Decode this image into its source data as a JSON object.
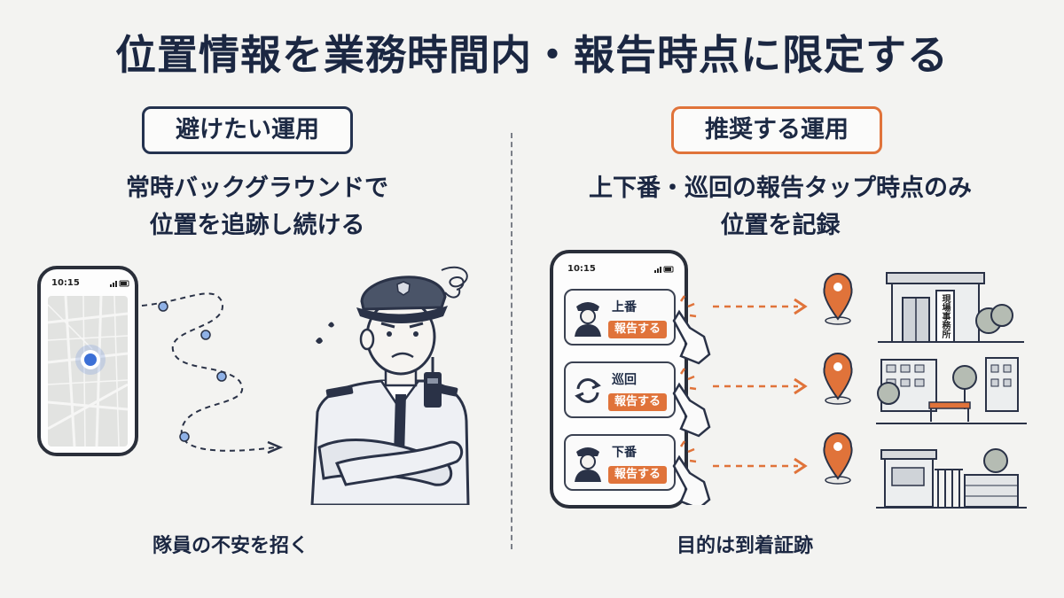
{
  "title": "位置情報を業務時間内・報告時点に限定する",
  "left": {
    "badge": "避けたい運用",
    "subtitle_line1": "常時バックグラウンドで",
    "subtitle_line2": "位置を追跡し続ける",
    "phone_time": "10:15",
    "caption": "隊員の不安を招く"
  },
  "right": {
    "badge": "推奨する運用",
    "subtitle_line1": "上下番・巡回の報告タップ時点のみ",
    "subtitle_line2": "位置を記録",
    "phone_time": "10:15",
    "cards": [
      {
        "label": "上番",
        "button": "報告する",
        "icon": "guard-avatar-icon"
      },
      {
        "label": "巡回",
        "button": "報告する",
        "icon": "refresh-icon"
      },
      {
        "label": "下番",
        "button": "報告する",
        "icon": "guard-avatar-icon"
      }
    ],
    "site_sign": "現場事務所",
    "caption": "目的は到着証跡"
  },
  "colors": {
    "accent": "#e0733a",
    "navy": "#1d2a44",
    "location_dot": "#3b6fd6"
  }
}
